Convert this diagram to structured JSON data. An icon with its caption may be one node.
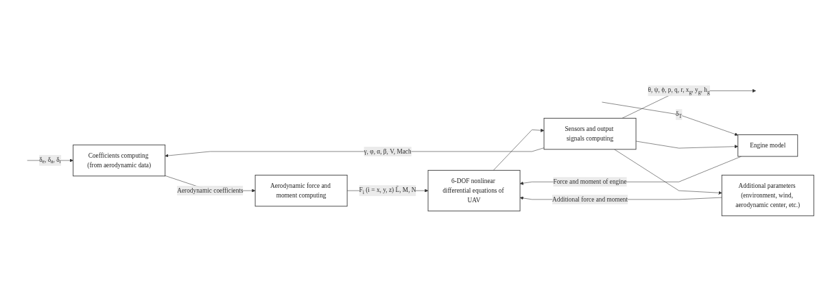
{
  "diagram": {
    "nodes": [
      {
        "text": [
          "Coefficients computing (from aerodynamic data)"
        ]
      },
      {
        "text": [
          "Aerodynamic force and moment computing"
        ]
      },
      {
        "text": [
          "Engine model"
        ]
      },
      {
        "text": [
          "Additional parameters (environment, wind, aerodynamic center, etc.)"
        ]
      },
      {
        "text": [
          "6-DOF nonlinear differential equations of UAV"
        ]
      },
      {
        "text": [
          "Sensors and output signals computing"
        ]
      }
    ],
    "edges": [
      {
        "from": null,
        "to": 0,
        "arrow": "to",
        "label": "δ$_{e}$, δ$_{a}$, δ$_{r}$"
      },
      {
        "from": 0,
        "to": 1,
        "arrow": "to",
        "label": "Aerodynamic coefficients"
      },
      {
        "from": 1,
        "to": 4,
        "arrow": "to",
        "label": "F$_{i}$ (i = x, y, z) L̄, M, N"
      },
      {
        "from": null,
        "to": 2,
        "arrow": "to",
        "label": "δ$_{T}$"
      },
      {
        "from": 2,
        "to": 4,
        "arrow": "to",
        "label": "Force and moment of engine"
      },
      {
        "from": 3,
        "to": 4,
        "arrow": "to",
        "label": "Additional force and moment"
      },
      {
        "from": 4,
        "to": 5,
        "arrow": "to"
      },
      {
        "from": 5,
        "to": null,
        "arrow": "to",
        "label": "θ, ψ, ϕ, p, q, r, x$_{g}$, y$_{g}$, h$_{g}$"
      },
      {
        "from": 5,
        "to": 0,
        "arrow": "to",
        "label": "γ, φ, α, β, V, Mach"
      },
      {
        "from": 5,
        "to": 2,
        "arrow": "to"
      },
      {
        "from": 5,
        "to": 3,
        "arrow": "to"
      }
    ]
  }
}
